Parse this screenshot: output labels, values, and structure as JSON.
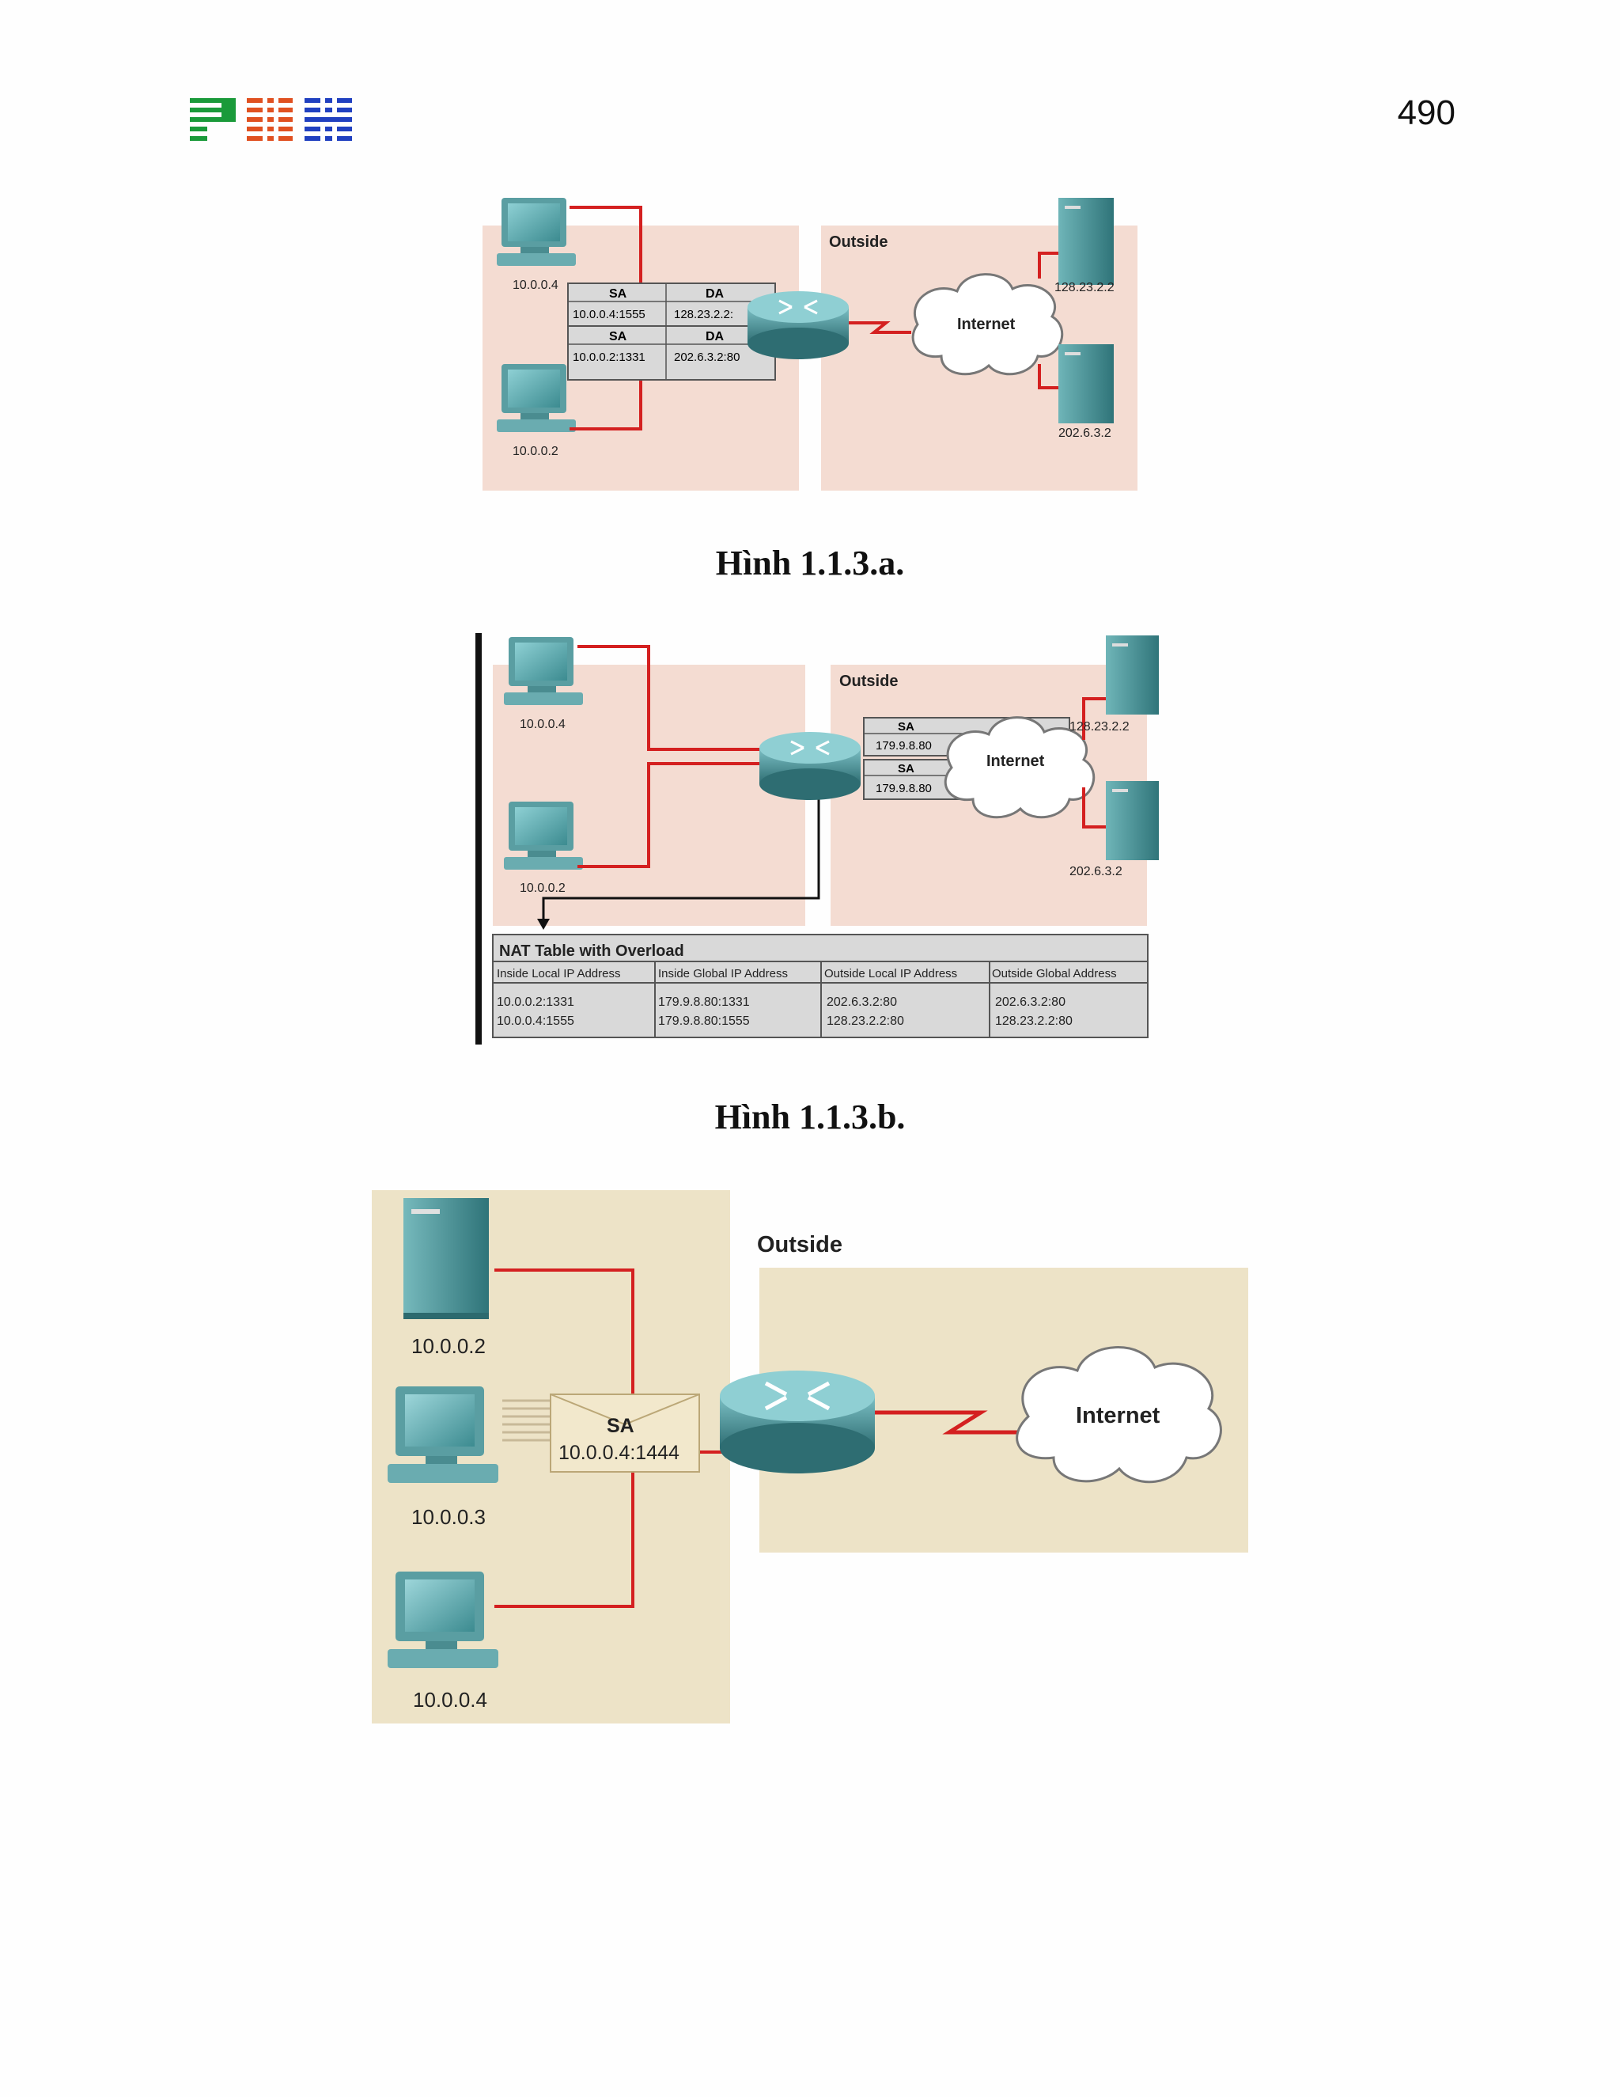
{
  "header": {
    "logo_text": "PNH",
    "page_number": "490"
  },
  "figure_a": {
    "outside_label": "Outside",
    "internet_label": "Internet",
    "hosts": [
      "10.0.0.4",
      "10.0.0.2"
    ],
    "servers": [
      "128.23.2.2",
      "202.6.3.2"
    ],
    "packets": [
      {
        "sa_header": "SA",
        "da_header": "DA",
        "sa": "10.0.0.4:1555",
        "da": "128.23.2.2:"
      },
      {
        "sa_header": "SA",
        "da_header": "DA",
        "sa": "10.0.0.2:1331",
        "da": "202.6.3.2:80"
      }
    ],
    "caption": "Hình 1.1.3.a."
  },
  "figure_b": {
    "outside_label": "Outside",
    "internet_label": "Internet",
    "hosts": [
      "10.0.0.4",
      "10.0.0.2"
    ],
    "servers": [
      "128.23.2.2",
      "202.6.3.2"
    ],
    "packets": [
      {
        "sa_header": "SA",
        "sa": "179.9.8.80"
      },
      {
        "sa_header": "SA",
        "sa": "179.9.8.80"
      }
    ],
    "nat_table": {
      "title": "NAT Table with Overload",
      "headers": [
        "Inside Local IP Address",
        "Inside Global IP Address",
        "Outside Local IP Address",
        "Outside Global Address"
      ],
      "rows": [
        [
          "10.0.0.2:1331",
          "179.9.8.80:1331",
          "202.6.3.2:80",
          "202.6.3.2:80"
        ],
        [
          "10.0.0.4:1555",
          "179.9.8.80:1555",
          "128.23.2.2:80",
          "128.23.2.2:80"
        ]
      ]
    },
    "caption": "Hình 1.1.3.b."
  },
  "figure_c": {
    "outside_label": "Outside",
    "internet_label": "Internet",
    "hosts": [
      "10.0.0.2",
      "10.0.0.3",
      "10.0.0.4"
    ],
    "packet": {
      "sa_header": "SA",
      "sa": "10.0.0.4:1444"
    }
  }
}
